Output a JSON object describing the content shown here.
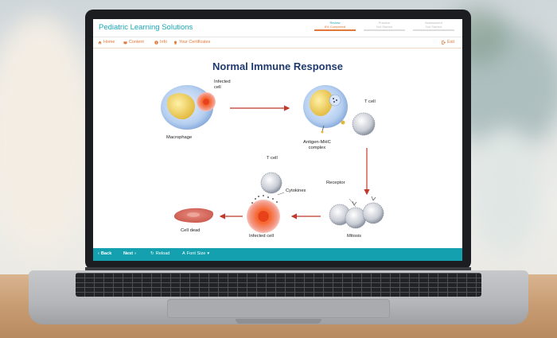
{
  "app": {
    "title": "Pediatric Learning Solutions",
    "steps": [
      {
        "name": "Review",
        "status": "8% Completed",
        "active": true
      },
      {
        "name": "Practice",
        "status": "Not Started",
        "active": false
      },
      {
        "name": "Assessment",
        "status": "Not Started",
        "active": false
      }
    ]
  },
  "nav": {
    "home": "Home",
    "content": "Content",
    "info": "Info",
    "certificates": "Your Certificates",
    "exit": "Exit"
  },
  "slide": {
    "title": "Normal Immune Response",
    "labels": {
      "infected_cell_top": [
        "Infected",
        "cell"
      ],
      "macrophage": "Macrophage",
      "t_cell_top": "T cell",
      "antigen_mhc": [
        "Antigen-MHC",
        "complex"
      ],
      "t_cell_mid": "T cell",
      "cytokines": "Cytokines",
      "receptor": "Receptor",
      "cell_dead": "Cell dead",
      "infected_cell_bottom": "Infected cell",
      "mitosis": "Mitosis"
    }
  },
  "footer": {
    "back": "Back",
    "next": "Next",
    "reload": "Reload",
    "font_size": "Font Size"
  },
  "colors": {
    "brand": "#1aa7b5",
    "accent": "#e0783a",
    "title": "#1f3a6e",
    "arrow": "#c0392b"
  }
}
